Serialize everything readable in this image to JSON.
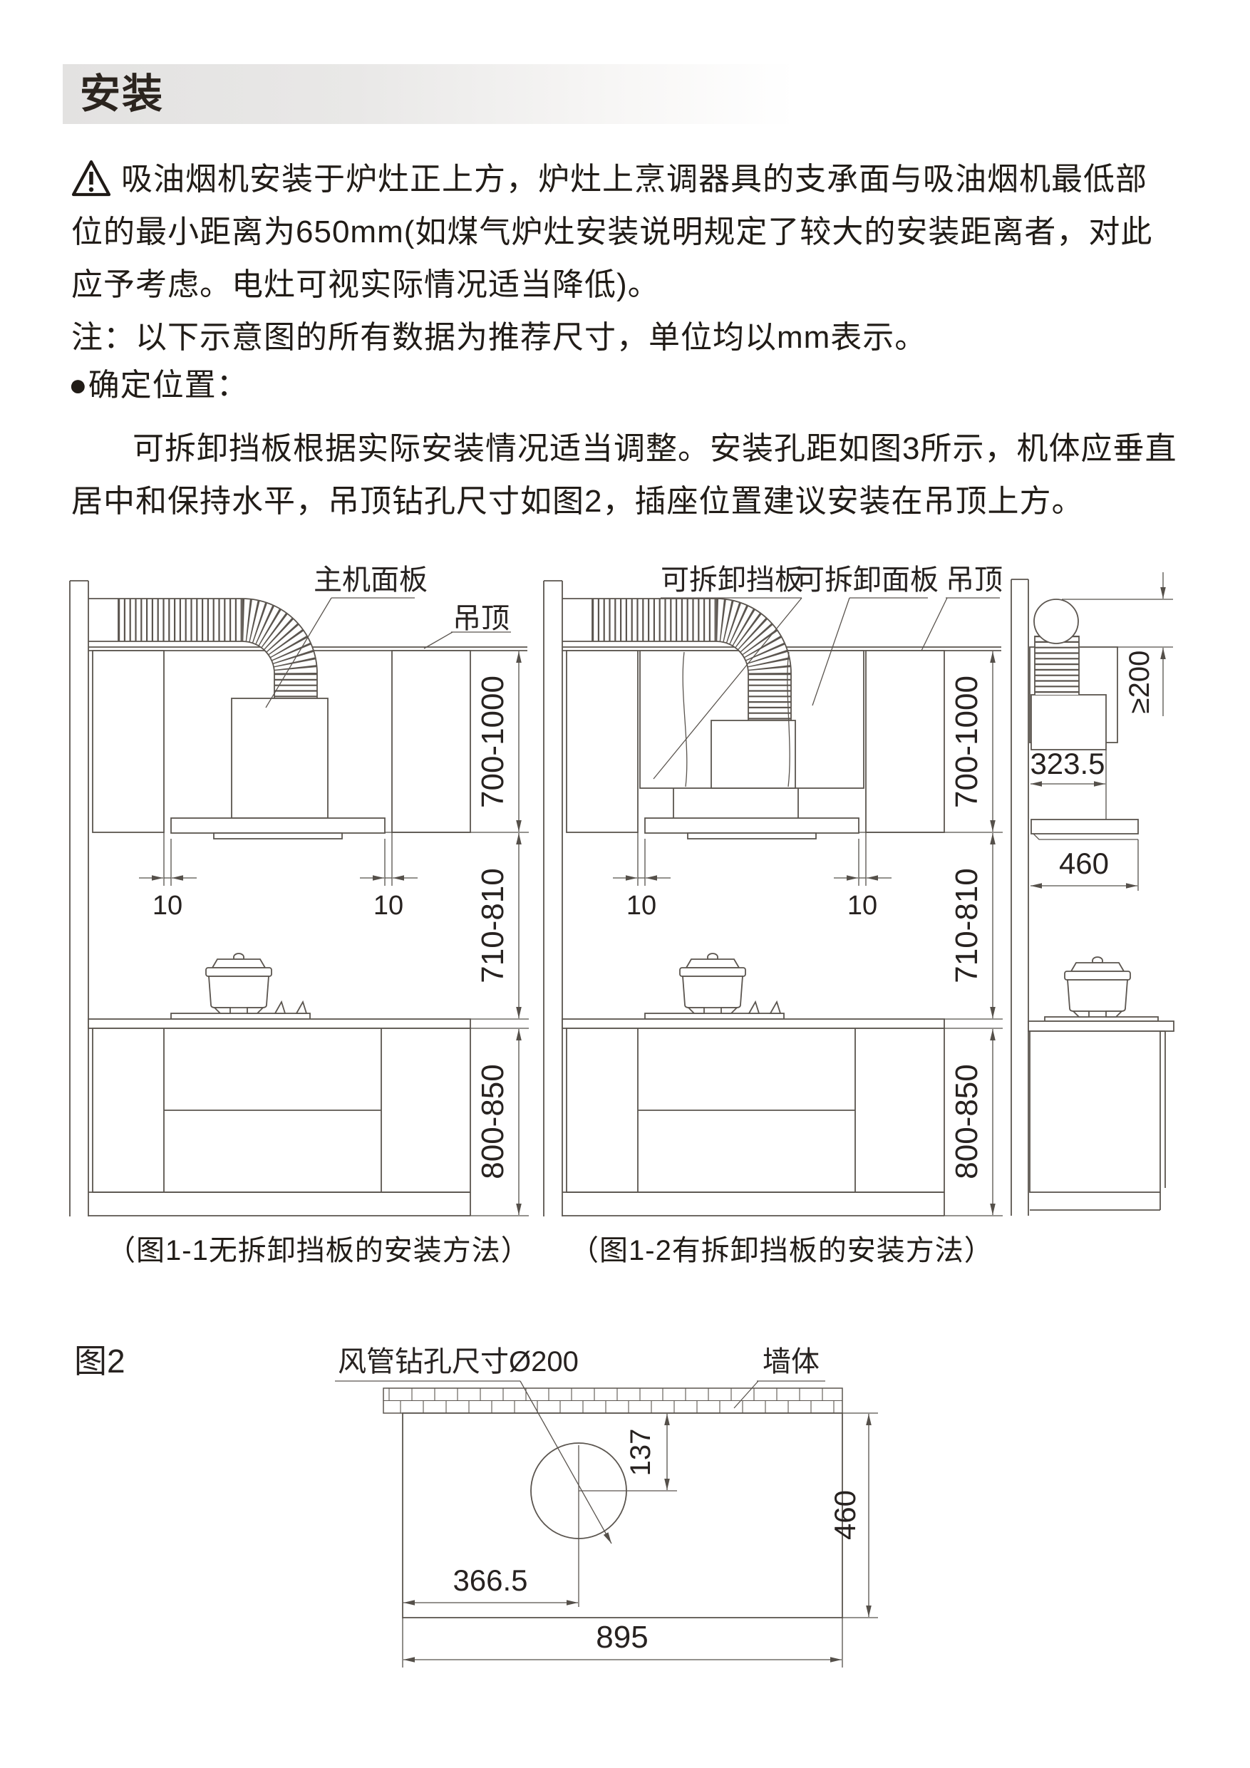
{
  "header": {
    "title": "安装"
  },
  "intro": {
    "warning_line_1": "吸油烟机安装于炉灶正上方，炉灶上烹调器具的支承面与吸油烟机最低部",
    "warning_line_2": "位的最小距离为650mm(如煤气炉灶安装说明规定了较大的安装距离者，对此",
    "warning_line_3": "应予考虑。电灶可视实际情况适当降低)。",
    "note_line": "注：以下示意图的所有数据为推荐尺寸，单位均以mm表示。",
    "section_heading": "●确定位置：",
    "body_line_1": "可拆卸挡板根据实际安装情况适当调整。安装孔距如图3所示，机体应垂直",
    "body_line_2": "居中和保持水平，吊顶钻孔尺寸如图2，插座位置建议安装在吊顶上方。"
  },
  "fig1_1": {
    "caption": "（图1-1无拆卸挡板的安装方法）",
    "label_main_panel": "主机面板",
    "label_ceiling": "吊顶",
    "dim_height_range": "700-1000",
    "dim_clearance_range": "710-810",
    "dim_counter_range": "800-850",
    "dim_gap_left": "10",
    "dim_gap_right": "10"
  },
  "fig1_2": {
    "caption": "（图1-2有拆卸挡板的安装方法）",
    "label_baffle": "可拆卸挡板",
    "label_panel": "可拆卸面板",
    "label_ceiling": "吊顶",
    "dim_height_range": "700-1000",
    "dim_clearance_range": "710-810",
    "dim_counter_range": "800-850",
    "dim_gap_left": "10",
    "dim_gap_right": "10"
  },
  "side_view": {
    "dim_above_ceiling": "≥200",
    "dim_hood_depth": "323.5",
    "dim_panel_depth": "460"
  },
  "fig2": {
    "title": "图2",
    "label_hole": "风管钻孔尺寸Ø200",
    "label_wall": "墙体",
    "dim_offset_vertical": "137",
    "dim_offset_horizontal": "366.5",
    "dim_depth": "460",
    "dim_width": "895"
  },
  "colors": {
    "ink": "#231d18",
    "line": "#5b554f"
  }
}
